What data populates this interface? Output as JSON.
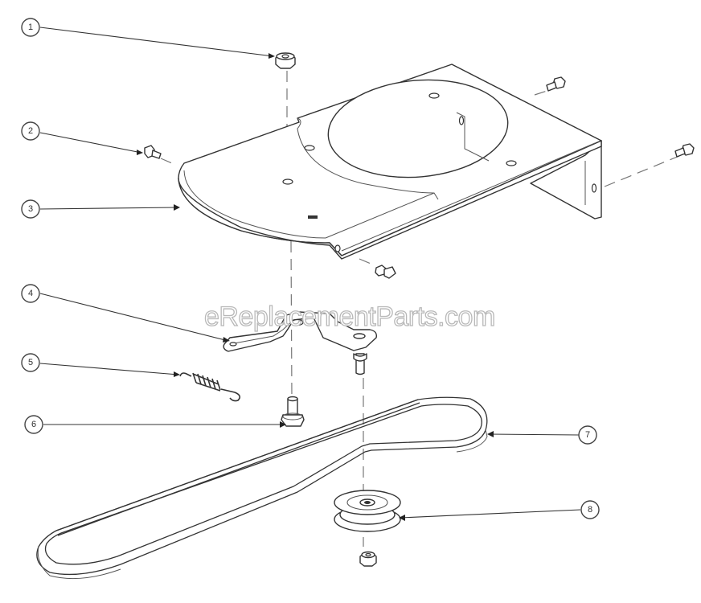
{
  "diagram": {
    "type": "exploded-parts-diagram",
    "watermark": "eReplacementParts.com",
    "callouts": [
      {
        "id": "1",
        "label": "1",
        "part": "flange-nut-top"
      },
      {
        "id": "2",
        "label": "2",
        "part": "bolt-left"
      },
      {
        "id": "3",
        "label": "3",
        "part": "mounting-bracket-plate"
      },
      {
        "id": "4",
        "label": "4",
        "part": "idler-arm"
      },
      {
        "id": "5",
        "label": "5",
        "part": "extension-spring"
      },
      {
        "id": "6",
        "label": "6",
        "part": "shoulder-bolt"
      },
      {
        "id": "7",
        "label": "7",
        "part": "drive-belt"
      },
      {
        "id": "8",
        "label": "8",
        "part": "idler-pulley"
      }
    ]
  }
}
